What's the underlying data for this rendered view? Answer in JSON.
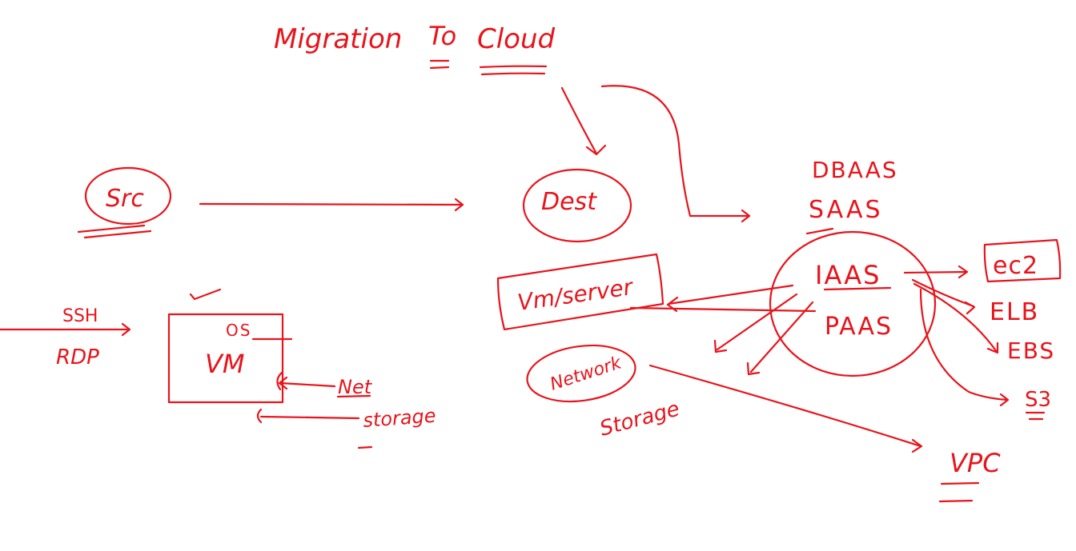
{
  "ink_color": "#e8141b",
  "background": "#ffffff",
  "title": {
    "migration": "Migration",
    "to": "To",
    "cloud": "Cloud"
  },
  "source": {
    "label": "Src"
  },
  "destination": {
    "label": "Dest"
  },
  "dest_items": {
    "vm_server": "Vm/server",
    "network": "Network",
    "storage": "Storage"
  },
  "service_models": {
    "dbaas": "DBAAS",
    "saas": "SAAS",
    "iaas": "IAAS",
    "paas": "PAAS"
  },
  "aws_services": {
    "ec2": "ec2",
    "elb": "ELB",
    "ebs": "EBS",
    "s3": "S3",
    "vpc": "VPC"
  },
  "access": {
    "ssh": "SSH",
    "rdp": "RDP"
  },
  "vm_box": {
    "os": "OS",
    "vm": "VM",
    "net": "Net",
    "storage": "storage"
  }
}
